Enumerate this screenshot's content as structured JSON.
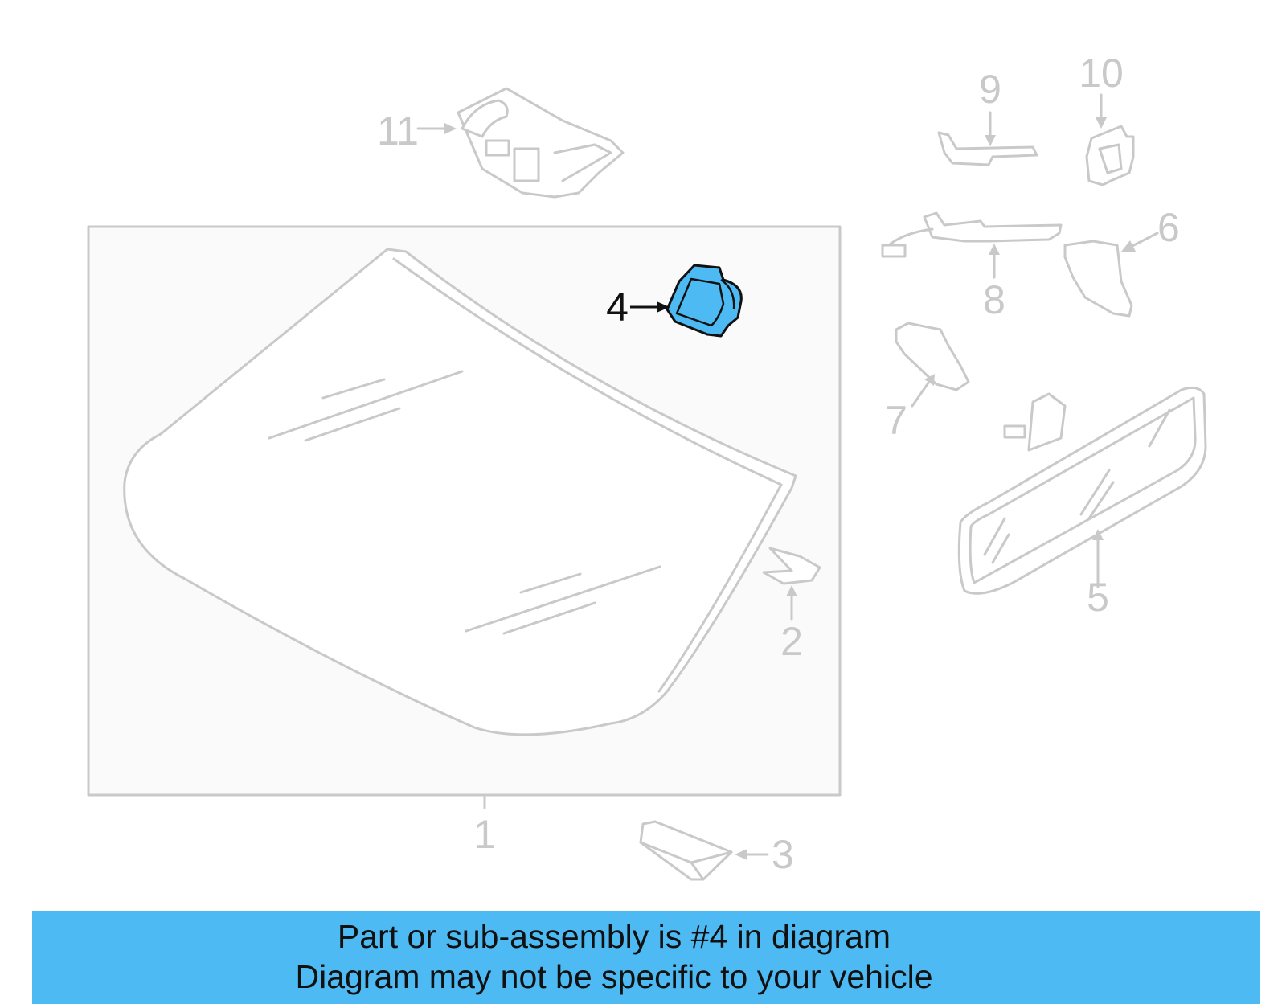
{
  "diagram": {
    "callouts": [
      {
        "id": "1",
        "label": "1",
        "highlighted": false
      },
      {
        "id": "2",
        "label": "2",
        "highlighted": false
      },
      {
        "id": "3",
        "label": "3",
        "highlighted": false
      },
      {
        "id": "4",
        "label": "4",
        "highlighted": true
      },
      {
        "id": "5",
        "label": "5",
        "highlighted": false
      },
      {
        "id": "6",
        "label": "6",
        "highlighted": false
      },
      {
        "id": "7",
        "label": "7",
        "highlighted": false
      },
      {
        "id": "8",
        "label": "8",
        "highlighted": false
      },
      {
        "id": "9",
        "label": "9",
        "highlighted": false
      },
      {
        "id": "10",
        "label": "10",
        "highlighted": false
      },
      {
        "id": "11",
        "label": "11",
        "highlighted": false
      }
    ],
    "colors": {
      "highlight": "#4dbaf3",
      "line_gray": "#c9c9c9",
      "text_dark": "#111111"
    }
  },
  "banner": {
    "line1": "Part or sub-assembly is #4 in diagram",
    "line2": "Diagram may not be specific to your vehicle"
  }
}
